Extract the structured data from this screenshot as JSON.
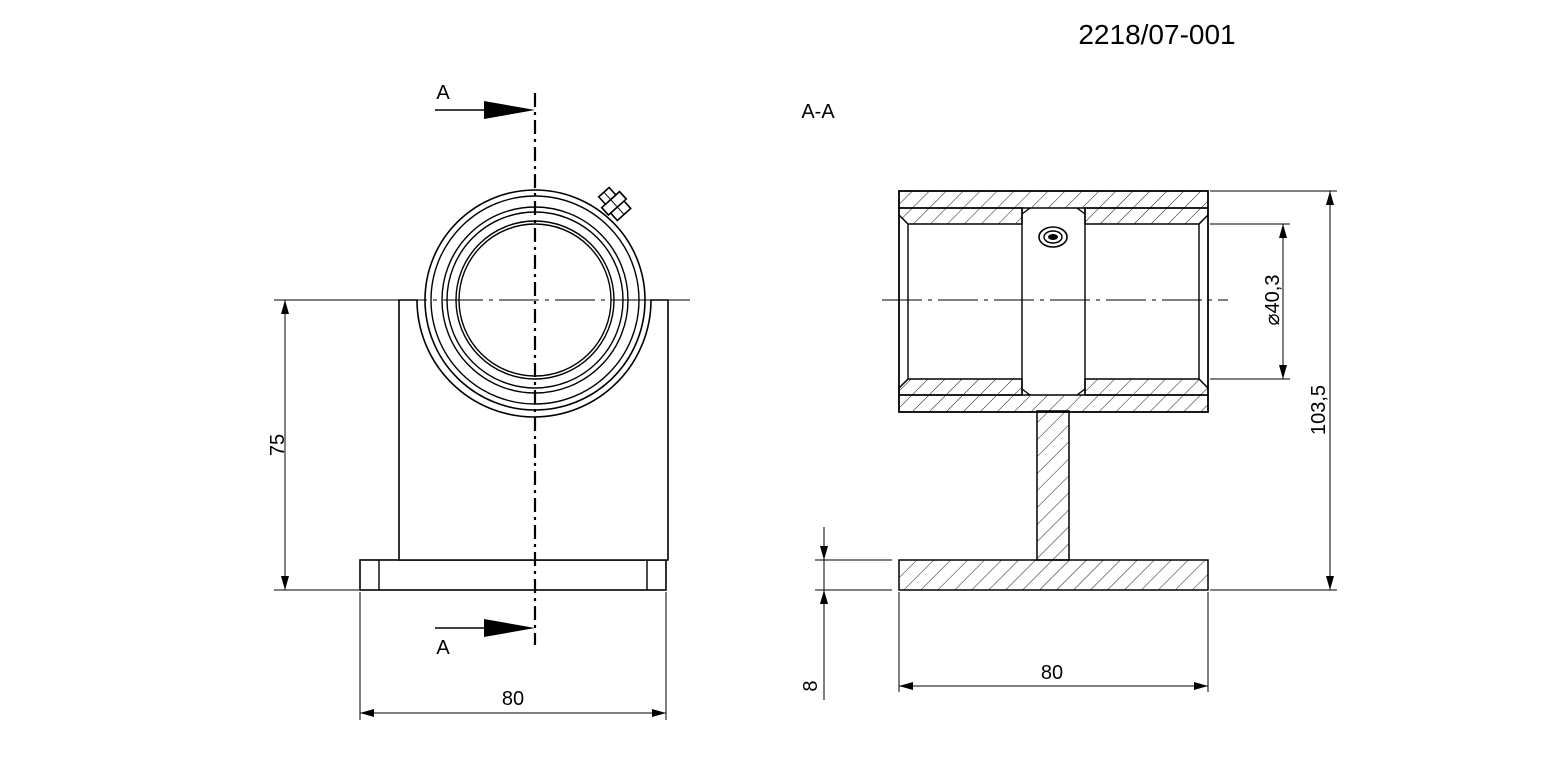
{
  "drawing_number": "2218/07-001",
  "section_view_label": "A-A",
  "cut_marker_top": "A",
  "cut_marker_bottom": "A",
  "dimensions": {
    "front_height": "75",
    "front_width": "80",
    "diameter": "⌀40,3",
    "total_height": "103,5",
    "base_thickness": "8",
    "section_width": "80"
  }
}
